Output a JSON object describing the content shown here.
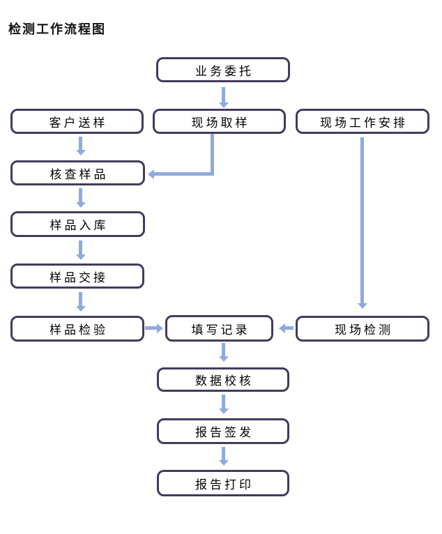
{
  "title": "检测工作流程图",
  "colors": {
    "box-border": "#433a5c",
    "arrow": "#8faadc",
    "background": "#ffffff"
  },
  "nodes": [
    {
      "id": "business-commission",
      "label": "业务委托"
    },
    {
      "id": "customer-sample-delivery",
      "label": "客户送样"
    },
    {
      "id": "onsite-sampling",
      "label": "现场取样"
    },
    {
      "id": "onsite-work-arrangement",
      "label": "现场工作安排"
    },
    {
      "id": "sample-verification",
      "label": "核查样品"
    },
    {
      "id": "sample-storage",
      "label": "样品入库"
    },
    {
      "id": "sample-handover",
      "label": "样品交接"
    },
    {
      "id": "sample-inspection",
      "label": "样品检验"
    },
    {
      "id": "record-filling",
      "label": "填写记录"
    },
    {
      "id": "onsite-testing",
      "label": "现场检测"
    },
    {
      "id": "data-checking",
      "label": "数据校核"
    },
    {
      "id": "report-signing",
      "label": "报告签发"
    },
    {
      "id": "report-printing",
      "label": "报告打印"
    }
  ]
}
